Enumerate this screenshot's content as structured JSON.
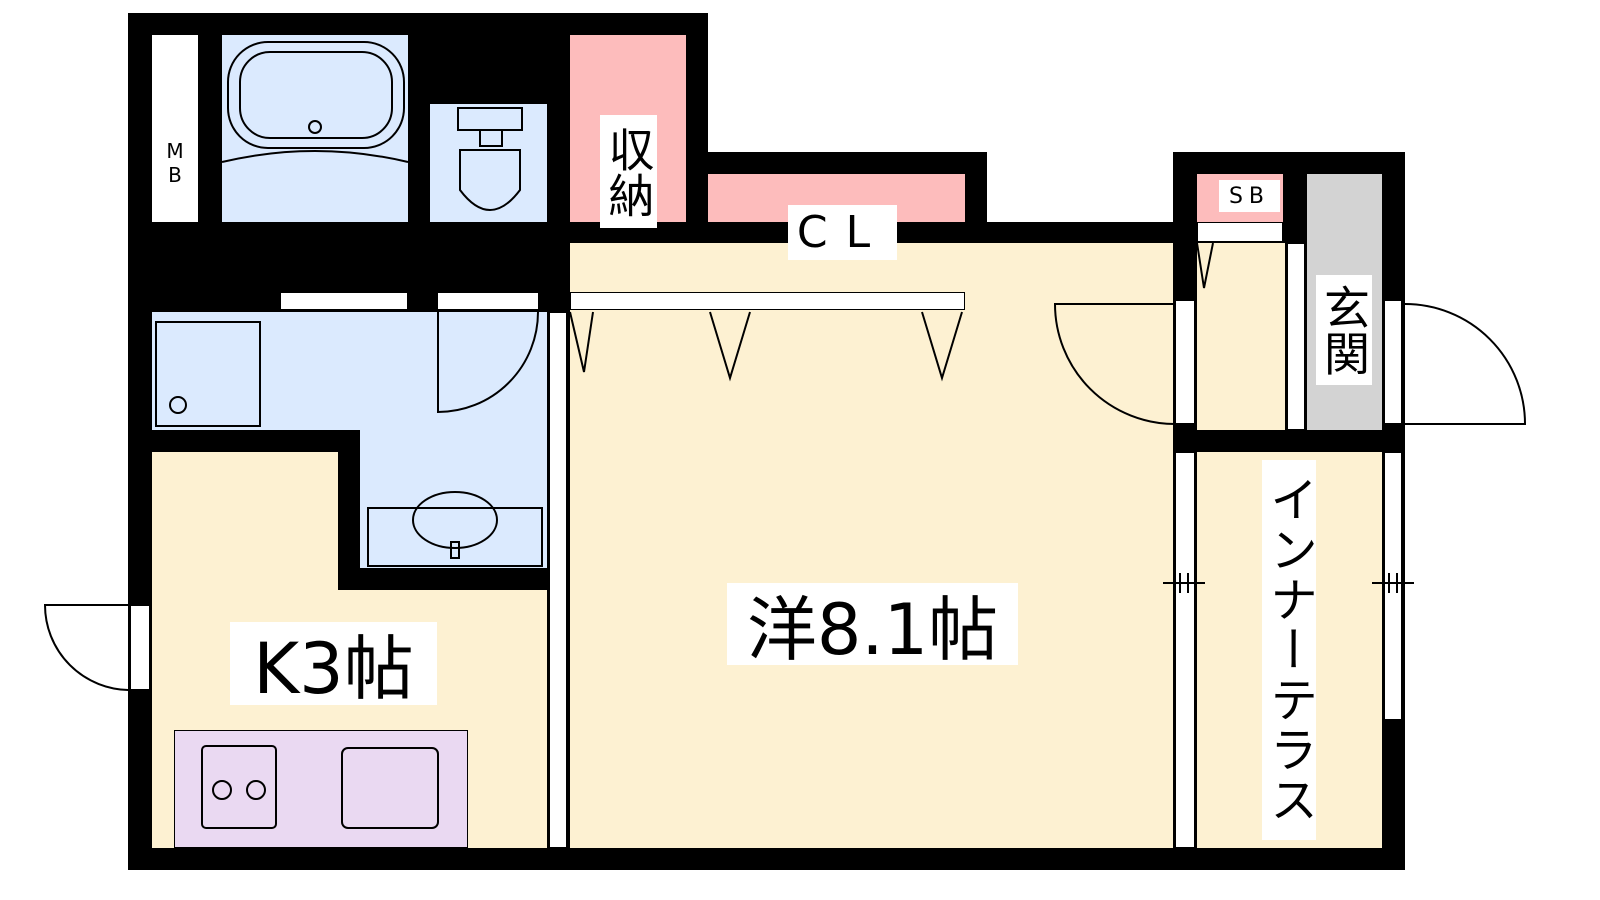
{
  "rooms": {
    "western_room": "洋8.1帖",
    "kitchen": "K3帖",
    "closet": "CL",
    "storage": "収納",
    "shoe_box": "SB",
    "entrance": "玄関",
    "inner_terrace": "インナーテラス",
    "meter_box": "MB"
  },
  "colors": {
    "wet_area": "#dbeafe",
    "living_area": "#fdf1d2",
    "storage_area": "#fdbcbc",
    "entrance_area": "#d3d3d3",
    "kitchen_counter": "#ead9f2"
  }
}
